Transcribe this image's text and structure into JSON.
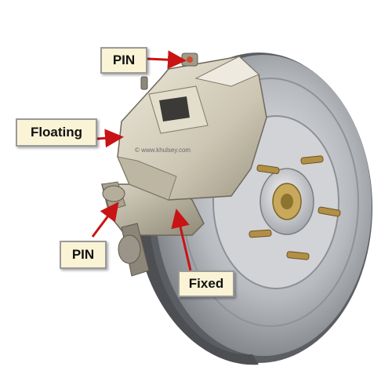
{
  "labels": {
    "pin_top": "PIN",
    "floating": "Floating",
    "pin_bottom": "PIN",
    "fixed": "Fixed"
  },
  "watermark": "© www.khulsey.com",
  "colors": {
    "arrow": "#c81414",
    "callout_bg": "#fbf3d5",
    "rotor": "#b9bcc1",
    "caliper": "#d8d2c2"
  }
}
